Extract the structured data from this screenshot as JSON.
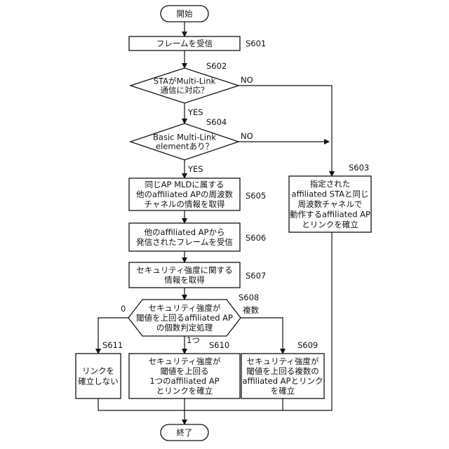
{
  "nodes": {
    "start": {
      "lines": [
        "開始"
      ]
    },
    "s601": {
      "lines": [
        "フレームを受信"
      ],
      "step": "S601"
    },
    "s602": {
      "lines": [
        "STAがMulti-Link",
        "通信に対応？"
      ],
      "step": "S602"
    },
    "s604": {
      "lines": [
        "Basic Multi-Link",
        "elementあり？"
      ],
      "step": "S604"
    },
    "s605": {
      "lines": [
        "同じAP MLDに属する",
        "他のaffiliated APの周波数",
        "チャネルの情報を取得"
      ],
      "step": "S605"
    },
    "s606": {
      "lines": [
        "他のaffiliated APから",
        "発信されたフレームを受信"
      ],
      "step": "S606"
    },
    "s607": {
      "lines": [
        "セキュリティ強度に関する",
        "情報を取得"
      ],
      "step": "S607"
    },
    "s608": {
      "lines": [
        "セキュリティ強度が",
        "閾値を上回るaffiliated AP",
        "の個数判定処理"
      ],
      "step": "S608"
    },
    "s603": {
      "lines": [
        "指定された",
        "affiliated STAと同じ",
        "周波数チャネルで",
        "動作するaffiliated AP",
        "とリンクを確立"
      ],
      "step": "S603"
    },
    "s611": {
      "lines": [
        "リンクを",
        "確立しない"
      ],
      "step": "S611"
    },
    "s610": {
      "lines": [
        "セキュリティ強度が",
        "閾値を上回る",
        "1つのaffiliated AP",
        "とリンクを確立"
      ],
      "step": "S610"
    },
    "s609": {
      "lines": [
        "セキュリティ強度が",
        "閾値を上回る複数の",
        "affiliated APとリンク",
        "を確立"
      ],
      "step": "S609"
    },
    "end": {
      "lines": [
        "終了"
      ]
    }
  },
  "edge_labels": {
    "s602_no": "NO",
    "s602_yes": "YES",
    "s604_no": "NO",
    "s604_yes": "YES",
    "s608_zero": "0",
    "s608_one": "1つ",
    "s608_many": "複数"
  }
}
